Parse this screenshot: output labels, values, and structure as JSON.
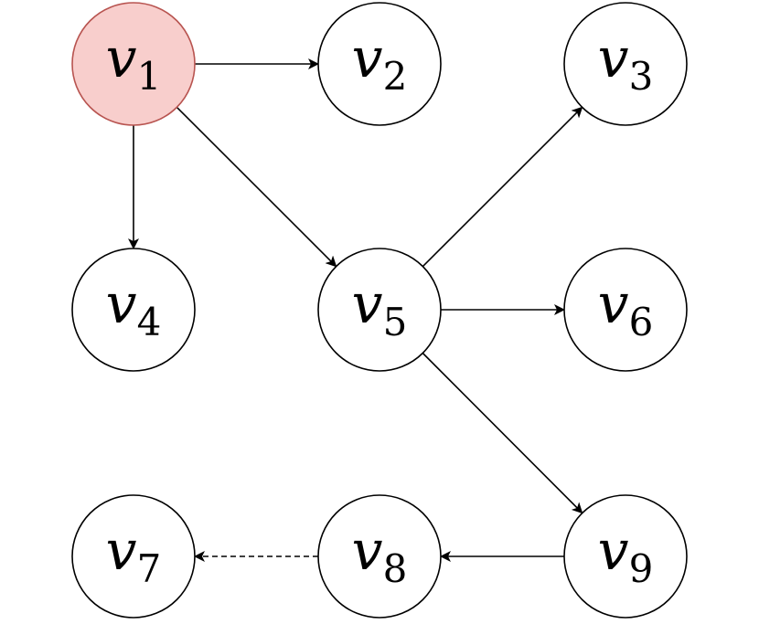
{
  "colors": {
    "node_stroke": "#000000",
    "node_fill": "#ffffff",
    "highlight_fill": "#f8cecc",
    "highlight_stroke": "#b85450",
    "edge": "#000000"
  },
  "nodes": [
    {
      "id": "v1",
      "var": "v",
      "sub": "1",
      "highlighted": true
    },
    {
      "id": "v2",
      "var": "v",
      "sub": "2",
      "highlighted": false
    },
    {
      "id": "v3",
      "var": "v",
      "sub": "3",
      "highlighted": false
    },
    {
      "id": "v4",
      "var": "v",
      "sub": "4",
      "highlighted": false
    },
    {
      "id": "v5",
      "var": "v",
      "sub": "5",
      "highlighted": false
    },
    {
      "id": "v6",
      "var": "v",
      "sub": "6",
      "highlighted": false
    },
    {
      "id": "v7",
      "var": "v",
      "sub": "7",
      "highlighted": false
    },
    {
      "id": "v8",
      "var": "v",
      "sub": "8",
      "highlighted": false
    },
    {
      "id": "v9",
      "var": "v",
      "sub": "9",
      "highlighted": false
    }
  ],
  "edges": [
    {
      "from": "v1",
      "to": "v2",
      "style": "solid"
    },
    {
      "from": "v1",
      "to": "v4",
      "style": "solid"
    },
    {
      "from": "v1",
      "to": "v5",
      "style": "solid"
    },
    {
      "from": "v5",
      "to": "v3",
      "style": "solid"
    },
    {
      "from": "v5",
      "to": "v6",
      "style": "solid"
    },
    {
      "from": "v5",
      "to": "v9",
      "style": "solid"
    },
    {
      "from": "v9",
      "to": "v8",
      "style": "solid"
    },
    {
      "from": "v8",
      "to": "v7",
      "style": "dashed"
    }
  ]
}
